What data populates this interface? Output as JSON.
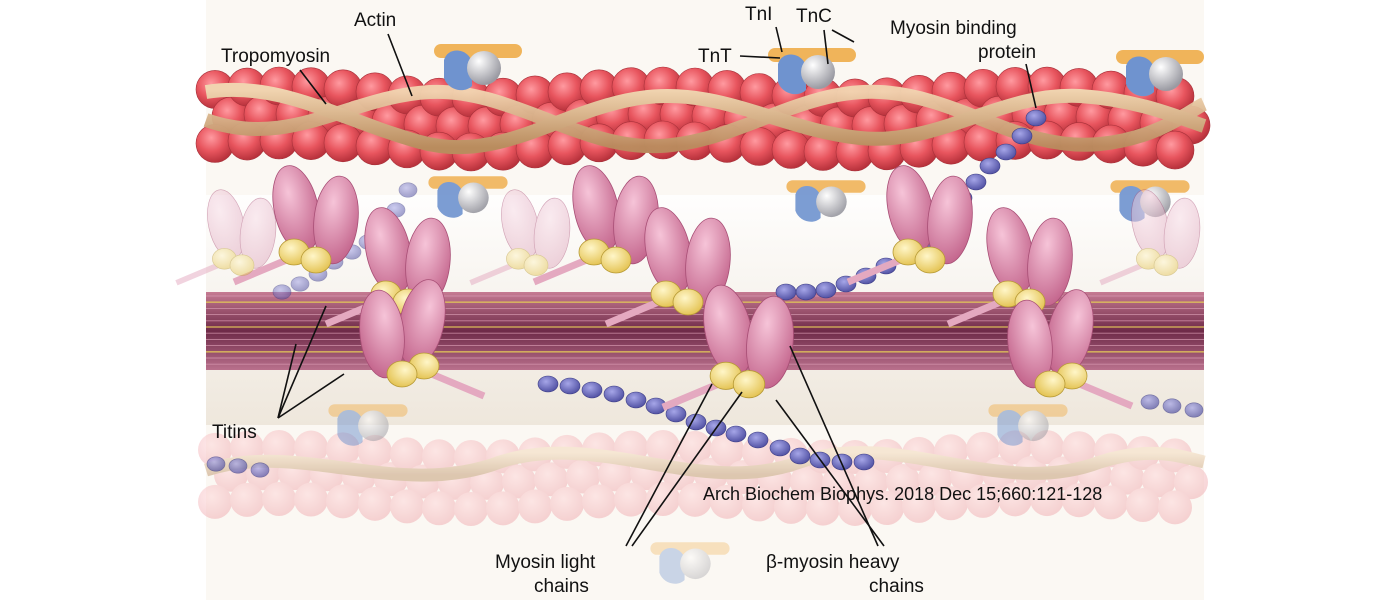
{
  "labels": {
    "actin": "Actin",
    "tropomyosin": "Tropomyosin",
    "tni": "TnI",
    "tnc": "TnC",
    "tnt": "TnT",
    "mybp_line1": "Myosin binding",
    "mybp_line2": "protein",
    "titins": "Titins",
    "mlc_line1": "Myosin light",
    "mlc_line2": "chains",
    "bmhc_line1": "β-myosin heavy",
    "bmhc_line2": "chains"
  },
  "citation": "Arch Biochem Biophys. 2018 Dec 15;660:121-128",
  "colors": {
    "actin": "#e8555e",
    "tropomyosin": "#d9b48a",
    "myosin_heavy": "#d98aa8",
    "light_chain": "#f4dc7a",
    "mybp": "#6f6fbf",
    "tnt": "#6f93cf",
    "tnc": "#c8c8cc",
    "thick_filament": "#8c3a5a",
    "background_band": "#f2ede6"
  }
}
